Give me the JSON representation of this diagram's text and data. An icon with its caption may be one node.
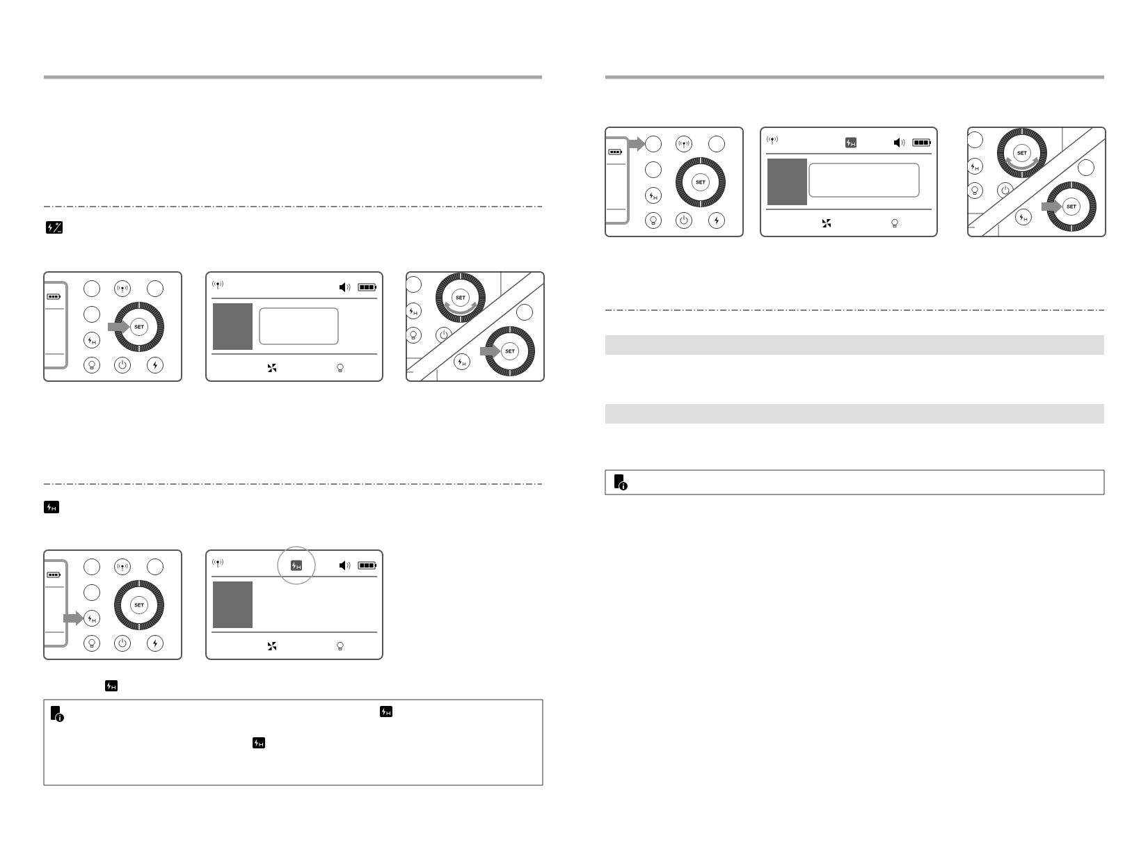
{
  "diagram": {
    "nodes": [
      {
        "text": [],
        "shape": "bar"
      },
      {
        "text": [],
        "shape": "bar"
      }
    ],
    "labels": [
      "SET",
      "SET",
      "SET",
      "SET",
      "SET",
      "SET",
      "SET"
    ]
  }
}
